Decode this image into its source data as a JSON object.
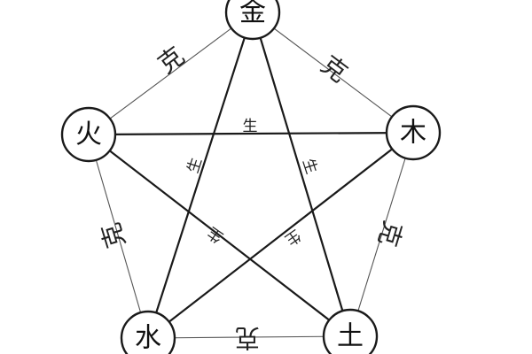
{
  "nodes": {
    "jin": "金",
    "mu": "木",
    "tu": "土",
    "shui": "水",
    "huo": "火"
  },
  "ke_labels": {
    "jin_mu": "克",
    "mu_tu": "克",
    "tu_shui": "克",
    "shui_huo": "克",
    "huo_jin": "克"
  },
  "sheng_labels": {
    "top": "生",
    "right_upper": "生",
    "right_lower": "生",
    "left_lower": "生",
    "left_upper": "生"
  },
  "colors": {
    "line": "#1a1a1a",
    "thin_line": "#555555",
    "background": "#ffffff"
  }
}
